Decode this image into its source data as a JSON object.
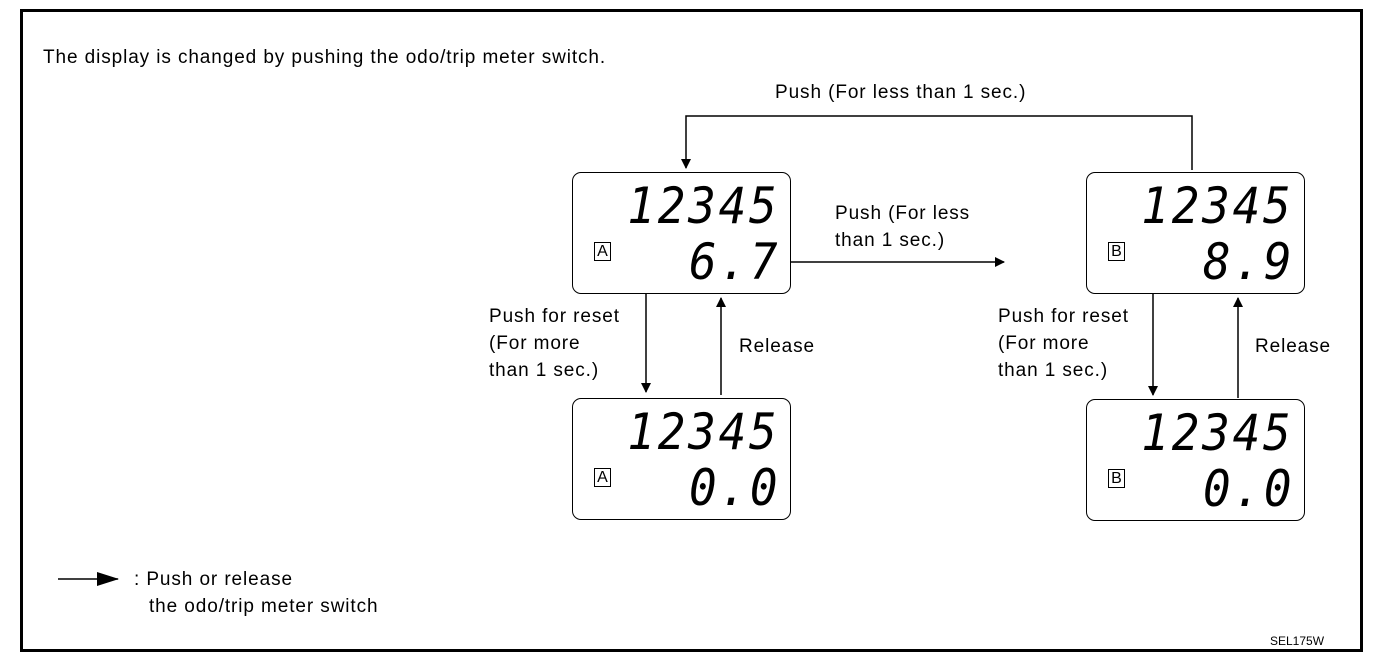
{
  "heading": "The display is changed by pushing the odo/trip meter switch.",
  "labels": {
    "top_loop": "Push (For less than 1 sec.)",
    "middle_push": [
      "Push (For less",
      "than 1 sec.)"
    ],
    "reset_left": [
      "Push for reset",
      "(For more",
      "than 1 sec.)"
    ],
    "release_left": "Release",
    "reset_right": [
      "Push for reset",
      "(For more",
      "than 1 sec.)"
    ],
    "release_right": "Release"
  },
  "displays": {
    "a_top": {
      "odo": "12345",
      "trip": "6.7",
      "tag": "A"
    },
    "a_bottom": {
      "odo": "12345",
      "trip": "0.0",
      "tag": "A"
    },
    "b_top": {
      "odo": "12345",
      "trip": "8.9",
      "tag": "B"
    },
    "b_bottom": {
      "odo": "12345",
      "trip": "0.0",
      "tag": "B"
    }
  },
  "legend": {
    "text": [
      ": Push or release",
      "the odo/trip meter switch"
    ]
  },
  "figure_code": "SEL175W"
}
